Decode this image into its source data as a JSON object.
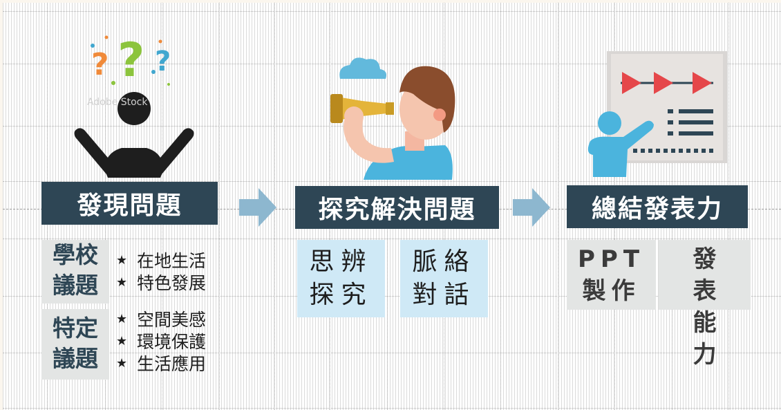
{
  "watermark": "Adobe Stock",
  "colors": {
    "banner": "#2e4655",
    "arrow": "#8db7cf",
    "gray_box": "#e3e5e4",
    "blue_box": "#cfe9f6",
    "text_dark": "#2e4655"
  },
  "steps": [
    {
      "title": "發現問題",
      "icon": "confused-person-icon",
      "groups": [
        {
          "label_line1": "學校",
          "label_line2": "議題",
          "items": [
            "在地生活",
            "特色發展"
          ]
        },
        {
          "label_line1": "特定",
          "label_line2": "議題",
          "items": [
            "空間美感",
            "環境保護",
            "生活應用"
          ]
        }
      ]
    },
    {
      "title": "探究解決問題",
      "icon": "person-telescope-icon",
      "boxes": [
        {
          "line1": "思辨",
          "line2": "探究"
        },
        {
          "line1": "脈絡",
          "line2": "對話"
        }
      ]
    },
    {
      "title": "總結發表力",
      "icon": "presenter-board-icon",
      "boxes": [
        {
          "line1": "PPT",
          "line2": "製作"
        },
        {
          "line1": "發表",
          "line2": "能力"
        }
      ]
    }
  ]
}
